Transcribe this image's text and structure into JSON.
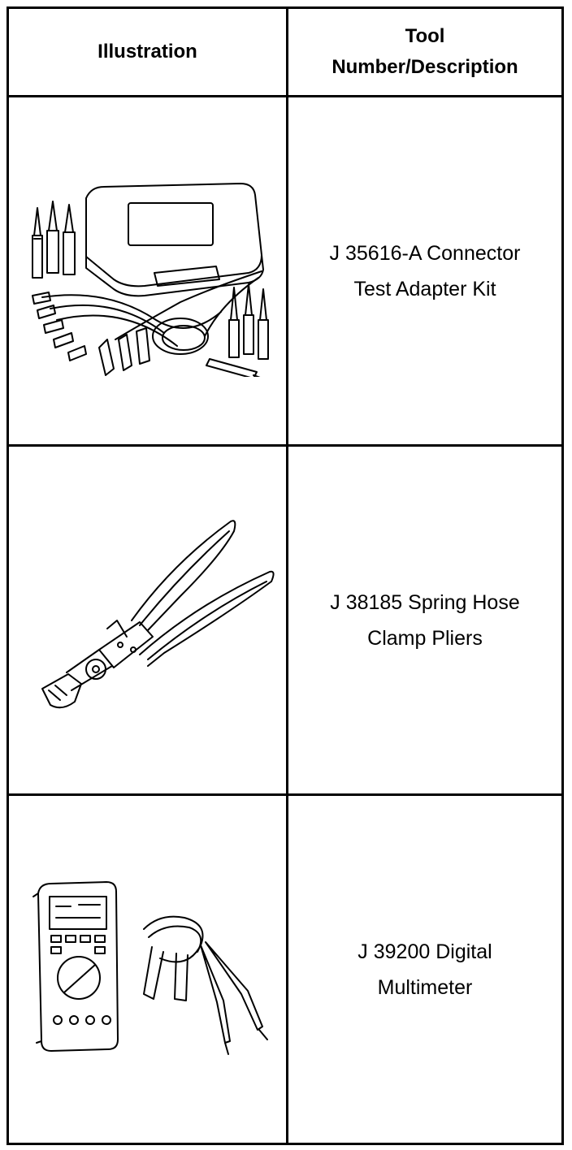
{
  "header": {
    "illustration": "Illustration",
    "tool_line1": "Tool",
    "tool_line2": "Number/Description"
  },
  "rows": [
    {
      "illustration_icon": "connector-test-adapter-kit-icon",
      "description": "J 35616-A Connector\nTest Adapter Kit"
    },
    {
      "illustration_icon": "spring-hose-clamp-pliers-icon",
      "description": "J 38185 Spring Hose\nClamp Pliers"
    },
    {
      "illustration_icon": "digital-multimeter-icon",
      "description": "J 39200 Digital\nMultimeter"
    }
  ]
}
